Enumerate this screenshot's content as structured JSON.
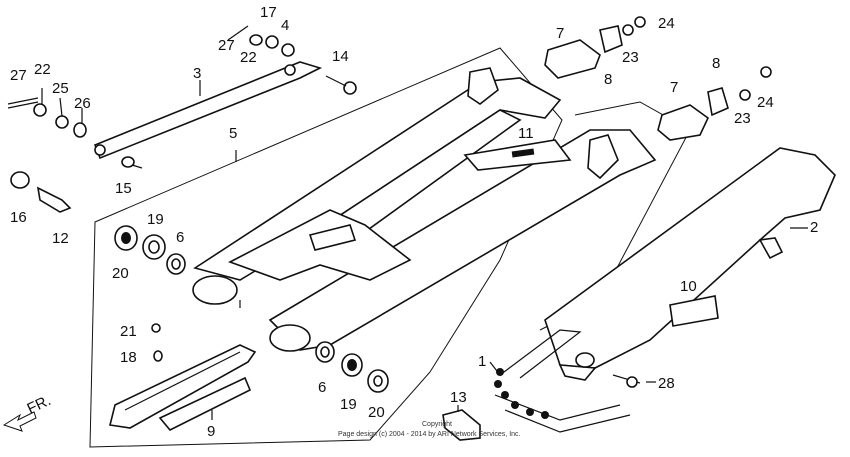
{
  "callouts": {
    "c1": "1",
    "c2": "2",
    "c3": "3",
    "c4": "4",
    "c5": "5",
    "c6a": "6",
    "c6b": "6",
    "c7a": "7",
    "c7b": "7",
    "c8a": "8",
    "c8b": "8",
    "c9": "9",
    "c10": "10",
    "c11": "11",
    "c12": "12",
    "c13": "13",
    "c14": "14",
    "c15": "15",
    "c16": "16",
    "c17": "17",
    "c19a": "19",
    "c19b": "19",
    "c20a": "20",
    "c20b": "20",
    "c21": "21",
    "c22a": "22",
    "c22b": "22",
    "c23a": "23",
    "c23b": "23",
    "c24a": "24",
    "c24b": "24",
    "c25": "25",
    "c26": "26",
    "c27a": "27",
    "c27b": "27",
    "c18": "18",
    "c28": "28"
  },
  "direction": "FR.",
  "copyright_line1": "Copyright",
  "copyright_line2": "Page design (c) 2004 - 2014 by ARI Network Services, Inc."
}
